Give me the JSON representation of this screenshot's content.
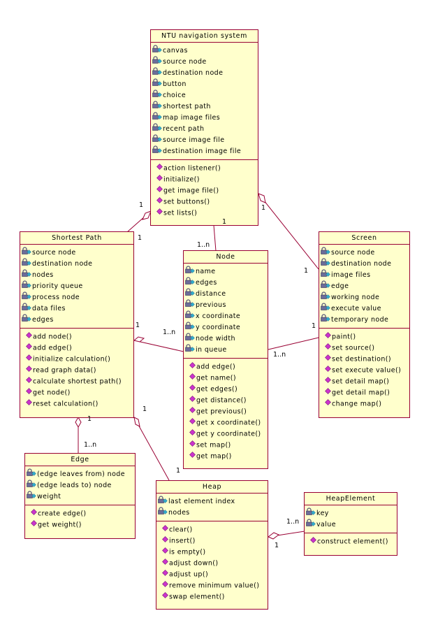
{
  "classes": {
    "nav": {
      "name": "NTU navigation system",
      "attributes": [
        "canvas",
        "source node",
        "destination node",
        "button",
        "choice",
        "shortest path",
        "map image files",
        "recent path",
        "source image file",
        "destination image file"
      ],
      "operations": [
        "action listener()",
        "initialize()",
        "get image file()",
        "set buttons()",
        "set lists()"
      ]
    },
    "sp": {
      "name": "Shortest Path",
      "attributes": [
        "source node",
        "destination node",
        "nodes",
        "priority queue",
        "process node",
        "data files",
        "edges"
      ],
      "operations": [
        "add node()",
        "add edge()",
        "initialize calculation()",
        "read graph data()",
        "calculate shortest path()",
        "get node()",
        "reset calculation()"
      ]
    },
    "node": {
      "name": "Node",
      "attributes": [
        "name",
        "edges",
        "distance",
        "previous",
        "x coordinate",
        "y coordinate",
        "node width",
        "in queue"
      ],
      "operations": [
        "add edge()",
        "get name()",
        "get edges()",
        "get distance()",
        "get previous()",
        "get x coordinate()",
        "get y coordinate()",
        "set map()",
        "get map()"
      ]
    },
    "screen": {
      "name": "Screen",
      "attributes": [
        "source node",
        "destination node",
        "image files",
        "edge",
        "working node",
        "execute value",
        "temporary node"
      ],
      "operations": [
        "paint()",
        "set source()",
        "set destination()",
        "set execute value()",
        "set detail map()",
        "get detail map()",
        "change map()"
      ]
    },
    "edge": {
      "name": "Edge",
      "attributes": [
        "(edge leaves from) node",
        "(edge leads to) node",
        "weight"
      ],
      "operations": [
        "create edge()",
        "get weight()"
      ]
    },
    "heap": {
      "name": "Heap",
      "attributes": [
        "last element index",
        "nodes"
      ],
      "operations": [
        "clear()",
        "insert()",
        "is empty()",
        "adjust down()",
        "adjust up()",
        "remove minimum value()",
        "swap element()"
      ]
    },
    "heapel": {
      "name": "HeapElement",
      "attributes": [
        "key",
        "value"
      ],
      "operations": [
        "construct element()"
      ]
    }
  },
  "multiplicities": {
    "nav_sp_a": "1",
    "nav_sp_b": "1",
    "nav_node_a": "1",
    "nav_node_b": "1..n",
    "nav_screen_a": "1",
    "nav_screen_b": "1",
    "sp_node_a": "1",
    "sp_node_b": "1..n",
    "screen_node_a": "1",
    "screen_node_b": "1..n",
    "sp_edge_a": "1",
    "sp_edge_b": "1..n",
    "sp_heap_a": "1",
    "sp_heap_b": "1",
    "heap_he_a": "1..n",
    "heap_he_b": "1"
  },
  "colors": {
    "border": "#990033",
    "fill": "#ffffcc",
    "operation_icon": "#cc33cc",
    "attribute_lock": "#6d6d99",
    "attribute_key": "#33aacc"
  },
  "icons": {
    "attribute": "private-attribute-lock-icon",
    "operation": "public-operation-diamond-icon"
  }
}
